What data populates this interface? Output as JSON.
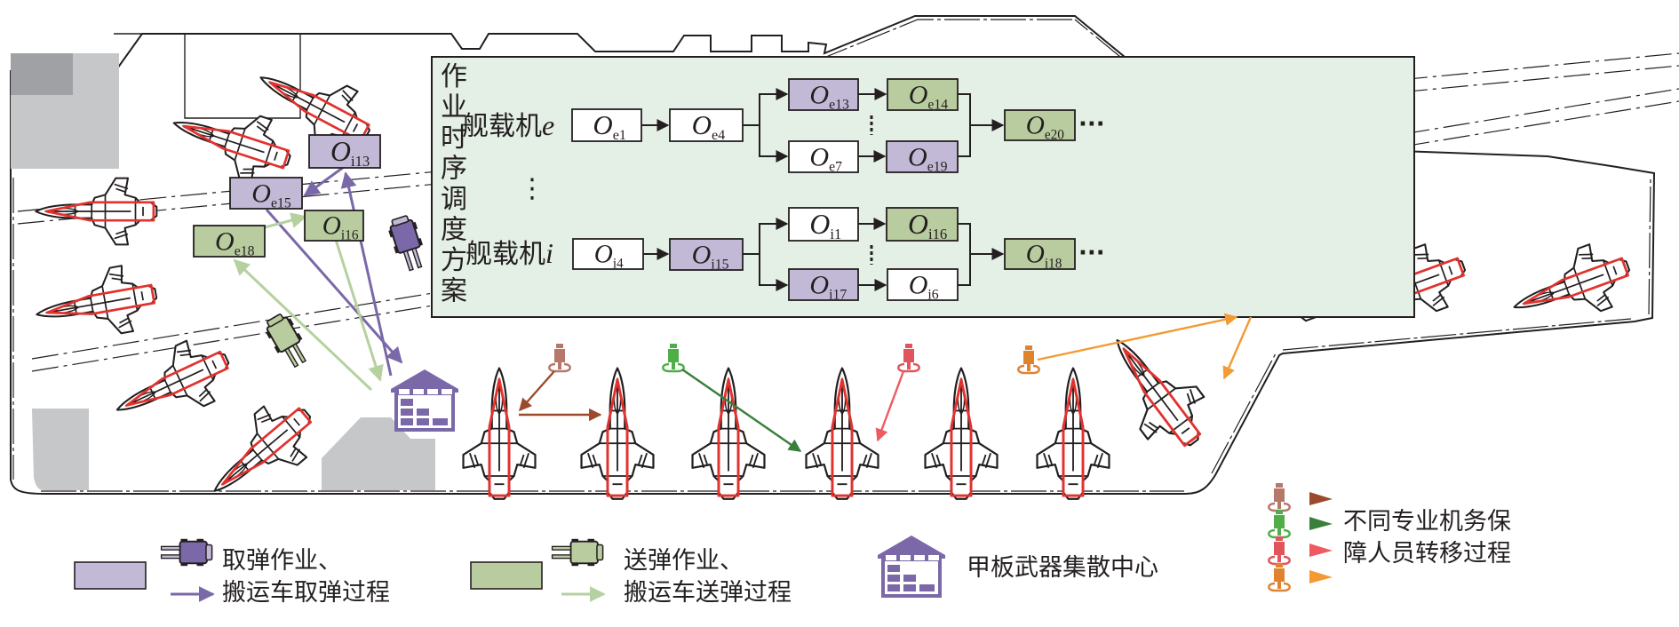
{
  "colors": {
    "panel_bg": "#e4efe5",
    "pickup_box": "#c1b9d6",
    "delivery_box": "#b9cc9f",
    "pickup_arrow": "#7a68a8",
    "delivery_arrow": "#b6d1a0",
    "warehouse": "#7a68a8",
    "aircraft_outline": "#e1322e",
    "deck_gray": "#c6c7c9",
    "deck_gray_dark": "#a0a1a4",
    "personnel": [
      "#b5786a",
      "#4fae48",
      "#e0555c",
      "#e0832f"
    ],
    "personnel_arrows": [
      "#9c4a2c",
      "#3b7f3c",
      "#ef5a62",
      "#f39a32"
    ]
  },
  "panel": {
    "title": "作业时序调度方案",
    "vertical_ellipsis": "⋮",
    "aircraft_e_label": "舰载机",
    "aircraft_e_var": "e",
    "aircraft_i_label": "舰载机",
    "aircraft_i_var": "i",
    "trail": "···"
  },
  "operations": [
    {
      "id": "Oe1",
      "main": "O",
      "sub": "e1",
      "type": "neutral"
    },
    {
      "id": "Oe4",
      "main": "O",
      "sub": "e4",
      "type": "neutral"
    },
    {
      "id": "Oe13",
      "main": "O",
      "sub": "e13",
      "type": "pickup"
    },
    {
      "id": "Oe14",
      "main": "O",
      "sub": "e14",
      "type": "delivery"
    },
    {
      "id": "Oe7",
      "main": "O",
      "sub": "e7",
      "type": "neutral"
    },
    {
      "id": "Oe19",
      "main": "O",
      "sub": "e19",
      "type": "pickup"
    },
    {
      "id": "Oe20",
      "main": "O",
      "sub": "e20",
      "type": "delivery"
    },
    {
      "id": "Oi4",
      "main": "O",
      "sub": "i4",
      "type": "neutral"
    },
    {
      "id": "Oi15",
      "main": "O",
      "sub": "i15",
      "type": "pickup"
    },
    {
      "id": "Oi1",
      "main": "O",
      "sub": "i1",
      "type": "neutral"
    },
    {
      "id": "Oi16",
      "main": "O",
      "sub": "i16",
      "type": "delivery"
    },
    {
      "id": "Oi17",
      "main": "O",
      "sub": "i17",
      "type": "pickup"
    },
    {
      "id": "Oi6",
      "main": "O",
      "sub": "i6",
      "type": "neutral"
    },
    {
      "id": "Oi18",
      "main": "O",
      "sub": "i18",
      "type": "delivery"
    }
  ],
  "deck_operations": [
    {
      "id": "deck-Oi13",
      "main": "O",
      "sub": "i13",
      "type": "pickup"
    },
    {
      "id": "deck-Oe15",
      "main": "O",
      "sub": "e15",
      "type": "pickup"
    },
    {
      "id": "deck-Oi16",
      "main": "O",
      "sub": "i16",
      "type": "delivery"
    },
    {
      "id": "deck-Oe18",
      "main": "O",
      "sub": "e18",
      "type": "delivery"
    }
  ],
  "legend": {
    "pickup_line1": "取弹作业、",
    "pickup_line2": "搬运车取弹过程",
    "delivery_line1": "送弹作业、",
    "delivery_line2": "搬运车送弹过程",
    "warehouse": "甲板武器集散中心",
    "personnel_line1": "不同专业机务保",
    "personnel_line2": "障人员转移过程"
  }
}
